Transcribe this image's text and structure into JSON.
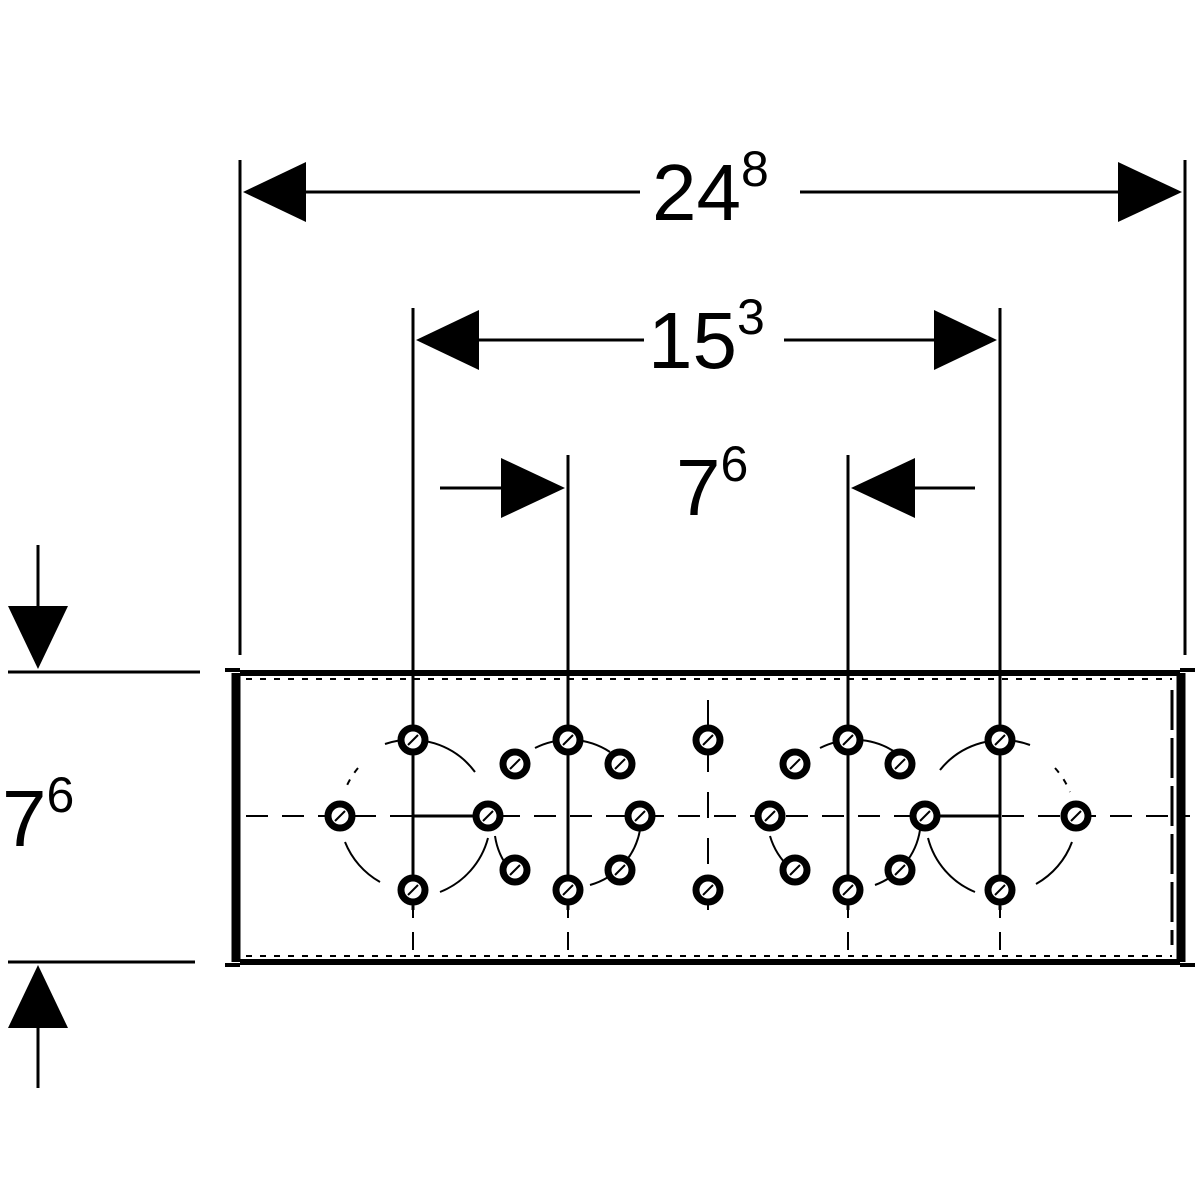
{
  "dimensions": {
    "overall_width": {
      "main": "24",
      "sup": "8"
    },
    "hole_span": {
      "main": "15",
      "sup": "3"
    },
    "inner_span": {
      "main": "7",
      "sup": "6"
    },
    "height": {
      "main": "7",
      "sup": "6"
    }
  },
  "colors": {
    "ink": "#000000",
    "paper": "#ffffff"
  }
}
